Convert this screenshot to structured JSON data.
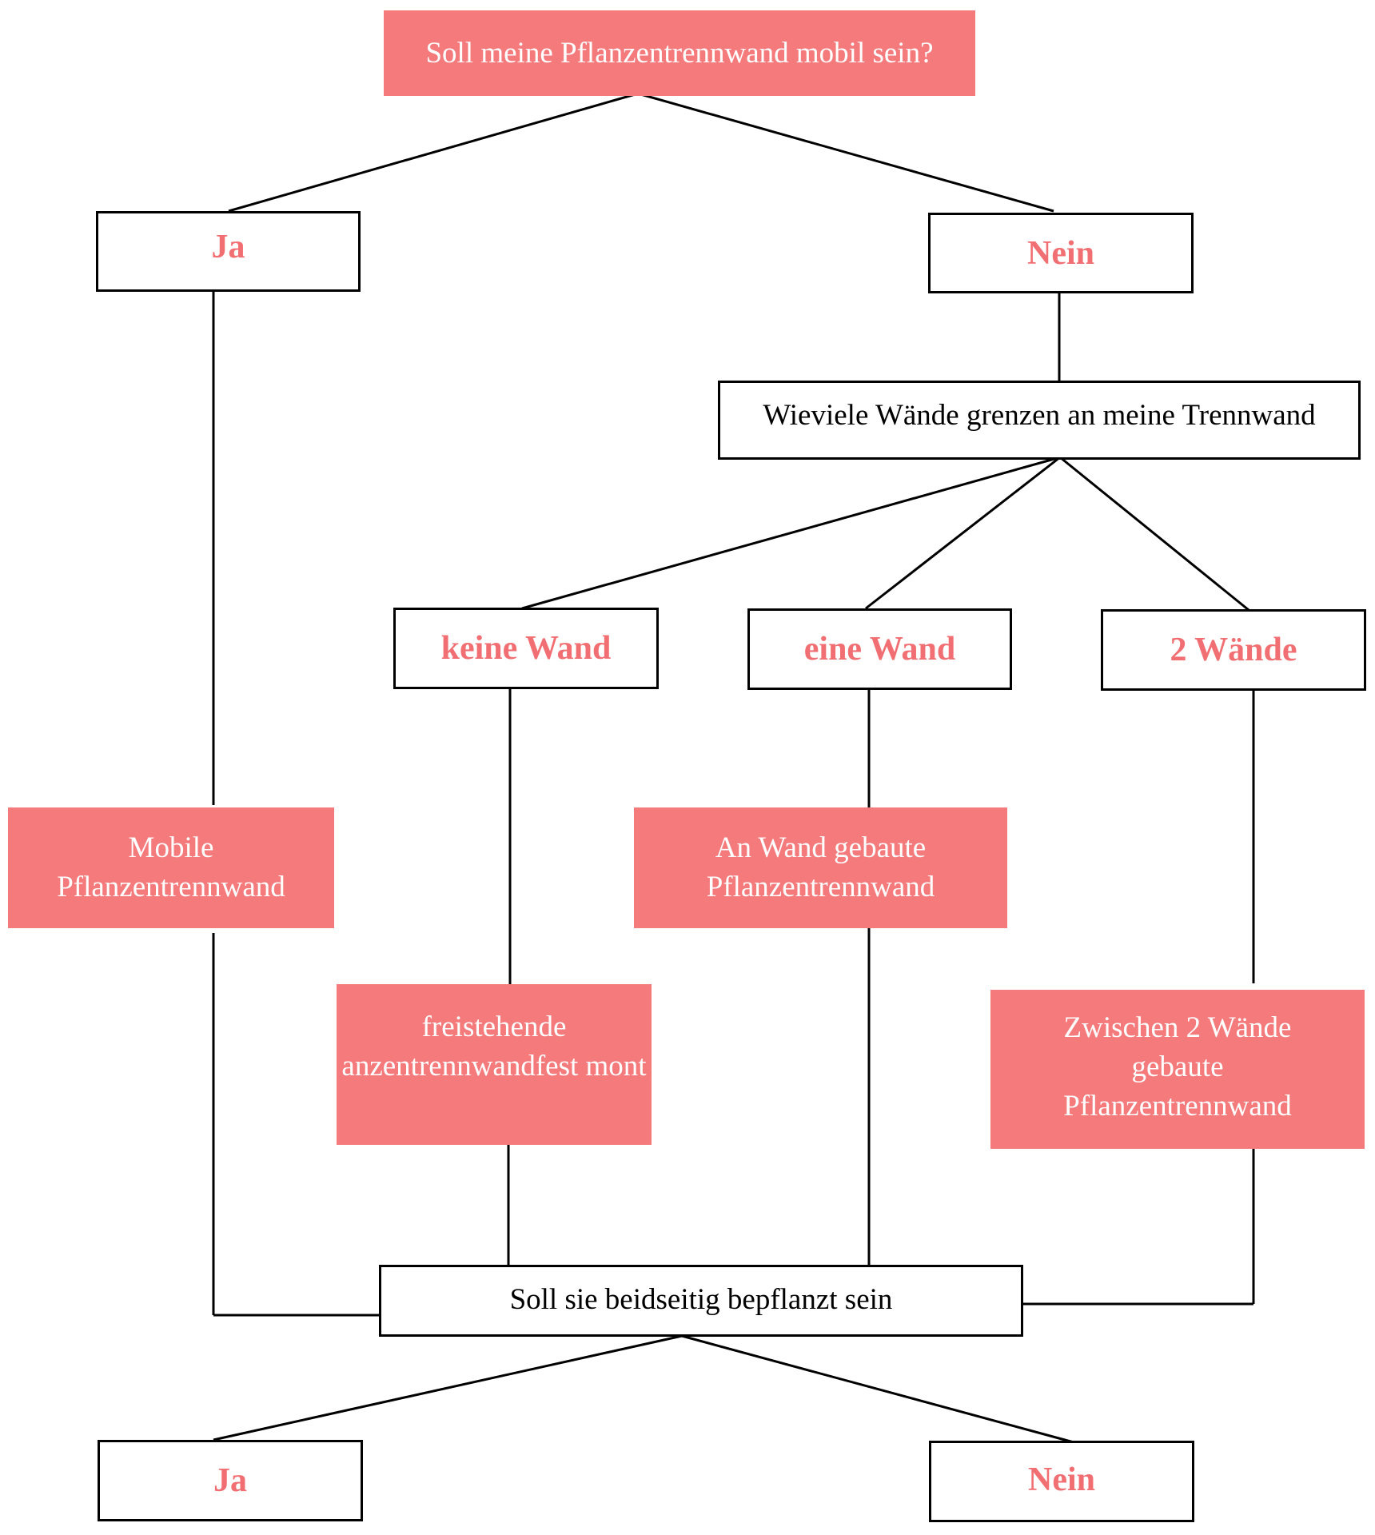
{
  "colors": {
    "accent_fill": "#f47a7c",
    "answer_text": "#f16f72",
    "line": "#000000",
    "box_border": "#000000",
    "background": "#ffffff"
  },
  "nodes": {
    "q_mobile": "Soll meine Pflanzentrennwand mobil sein?",
    "ans_ja_1": "Ja",
    "ans_nein_1": "Nein",
    "q_walls": "Wieviele Wände grenzen an meine Trennwand",
    "ans_keine_wand": "keine Wand",
    "ans_eine_wand": "eine Wand",
    "ans_zwei_waende": "2 Wände",
    "res_mobile": "Mobile\nPflanzentrennwand",
    "res_an_wand": "An Wand gebaute\nPflanzentrennwand",
    "res_freistehend": "freistehende\nanzentrennwandfest mont",
    "res_zwischen": "Zwischen 2 Wände\ngebaute\nPflanzentrennwand",
    "q_beidseitig": "Soll sie beidseitig bepflanzt sein",
    "ans_ja_2": "Ja",
    "ans_nein_2": "Nein"
  }
}
